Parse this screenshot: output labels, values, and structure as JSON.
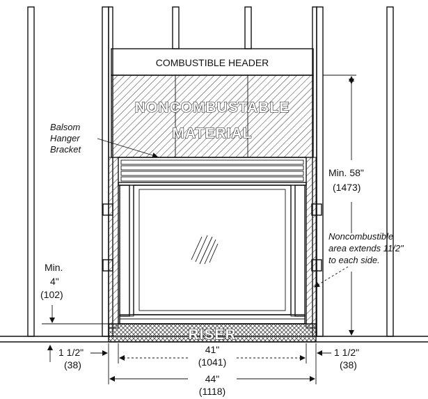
{
  "labels": {
    "header": "COMBUSTIBLE HEADER",
    "material_line1": "NONCOMBUSTABLE",
    "material_line2": "MATERIAL",
    "bracket_line1": "Balsom",
    "bracket_line2": "Hanger",
    "bracket_line3": "Bracket",
    "riser": "RISER",
    "side_note_line1": "Noncombustible",
    "side_note_line2": "area extends 11/2\"",
    "side_note_line3": "to each side."
  },
  "dimensions": {
    "min_height_line1": "Min. 58\"",
    "min_height_line2": "(1473)",
    "riser_min_line1": "Min.",
    "riser_min_line2": "4\"",
    "riser_min_line3": "(102)",
    "left_side_line1": "1 1/2\"",
    "left_side_line2": "(38)",
    "right_side_line1": "1 1/2\"",
    "right_side_line2": "(38)",
    "inner_width_line1": "41\"",
    "inner_width_line2": "(1041)",
    "outer_width_line1": "44\"",
    "outer_width_line2": "(1118)"
  }
}
